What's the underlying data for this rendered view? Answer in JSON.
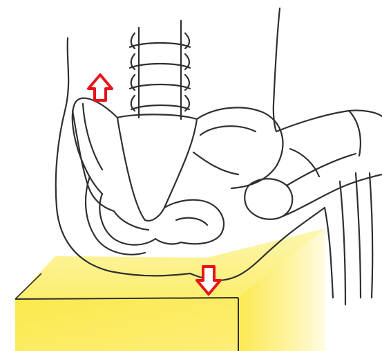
{
  "illustration": {
    "subject": "pelvis-seated-on-block",
    "arrows": [
      {
        "name": "up-arrow-left-hip",
        "direction": "up",
        "color": "#e8141b"
      },
      {
        "name": "down-arrow-under-pelvis",
        "direction": "down",
        "color": "#e8141b"
      }
    ],
    "colors": {
      "line": "#2f2f2f",
      "block_fill": "#fbf07a",
      "block_light": "#fdf8c8",
      "arrow_fill": "#ffffff",
      "arrow_stroke": "#e8141b",
      "background": "#ffffff"
    }
  }
}
